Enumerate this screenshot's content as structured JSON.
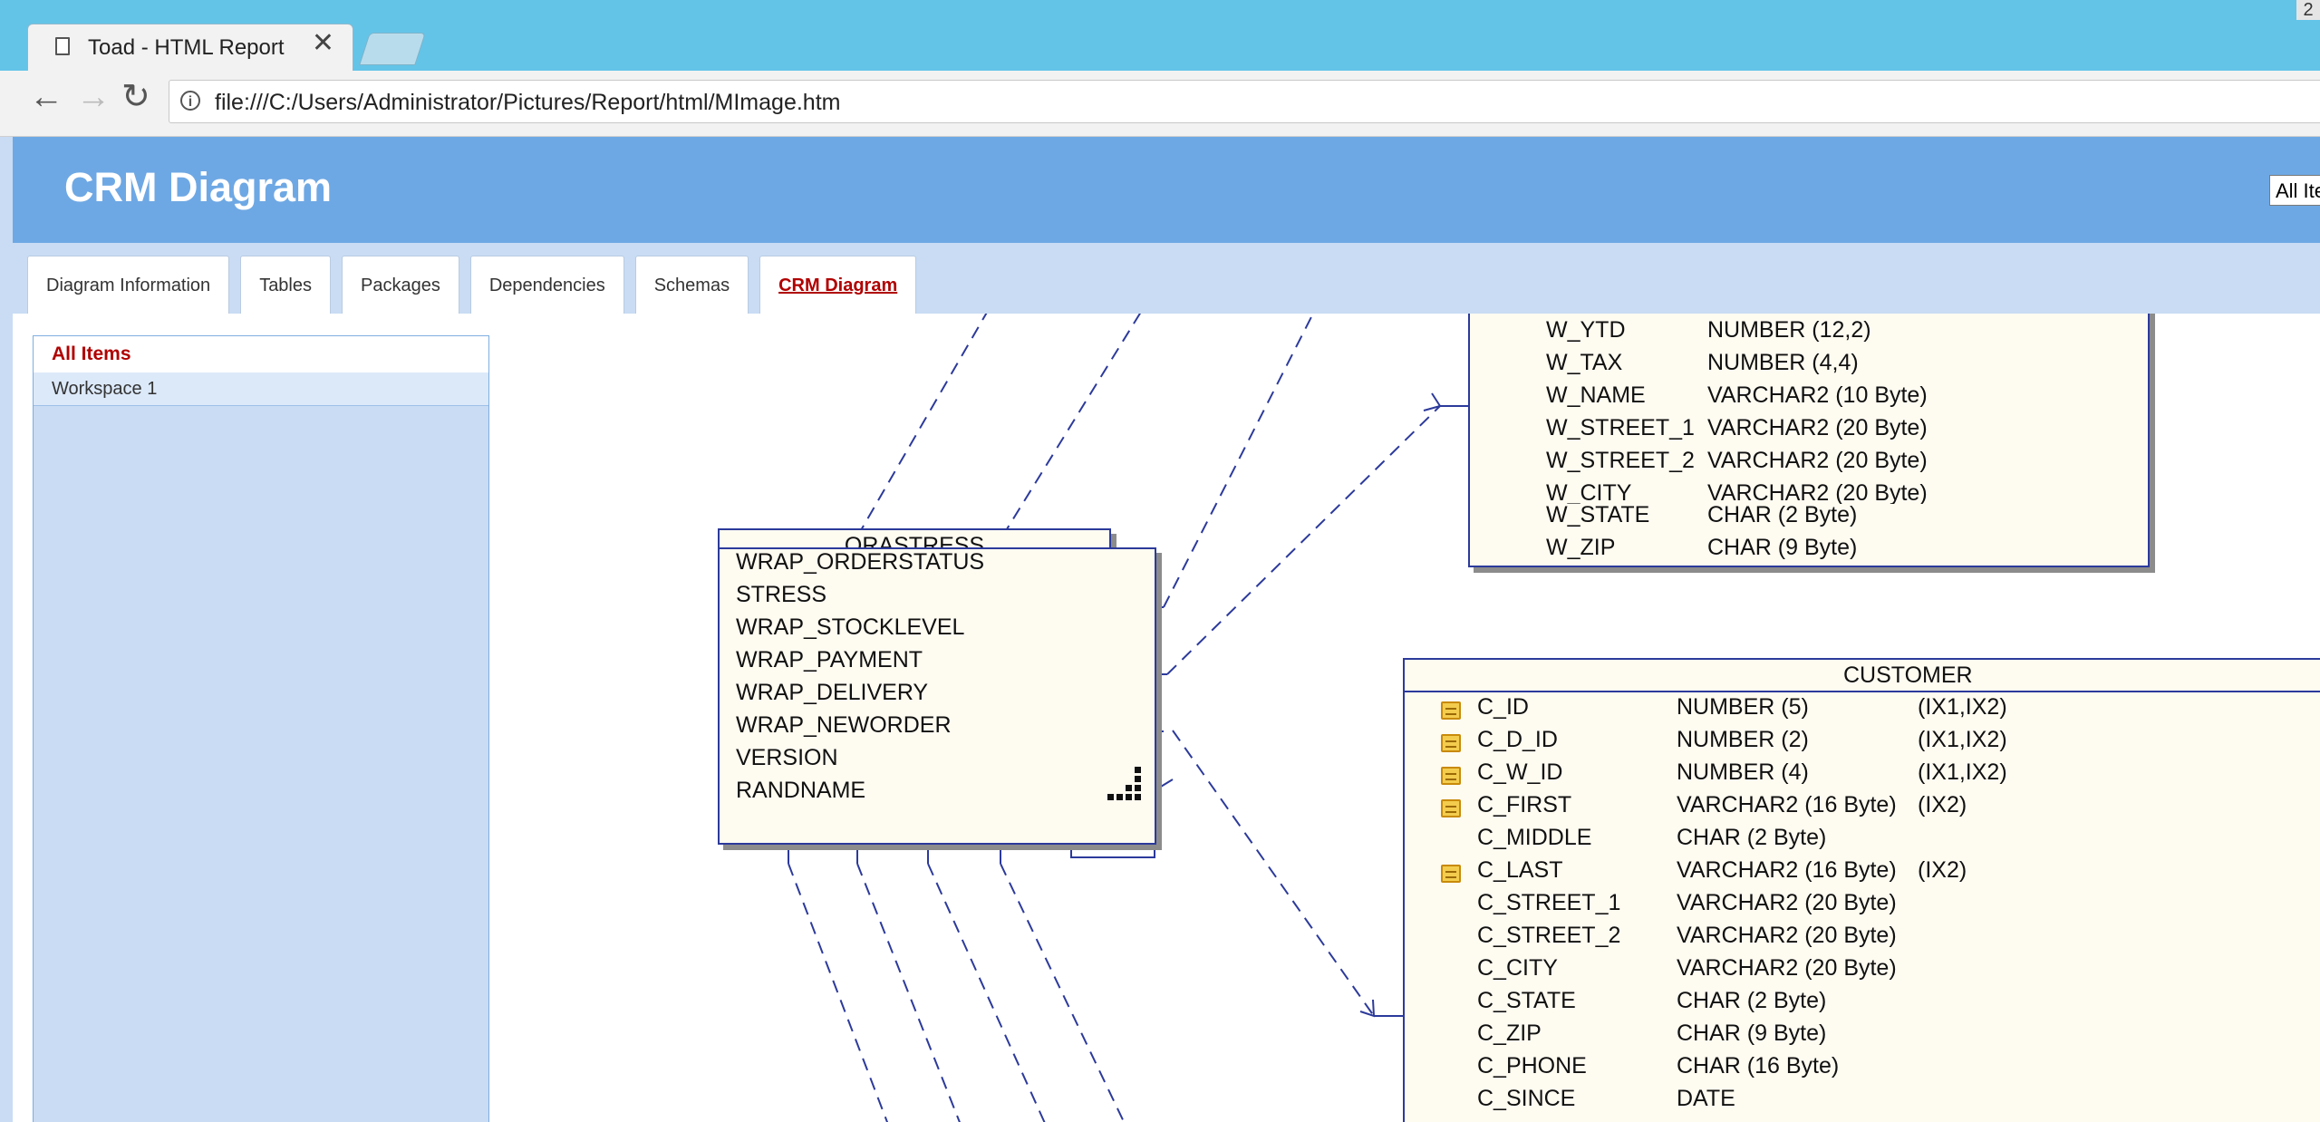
{
  "browser": {
    "tab_title": "Toad - HTML Report",
    "tab_close": "✕",
    "url": "file:///C:/Users/Administrator/Pictures/Report/html/MImage.htm",
    "info_icon": "i",
    "window_btn": "2"
  },
  "page": {
    "title": "CRM Diagram",
    "selector_value": "All Items"
  },
  "tabs": [
    {
      "label": "Diagram Information"
    },
    {
      "label": "Tables"
    },
    {
      "label": "Packages"
    },
    {
      "label": "Dependencies"
    },
    {
      "label": "Schemas"
    },
    {
      "label": "CRM Diagram",
      "active": true
    }
  ],
  "sidebar": {
    "items": [
      {
        "label": "All Items",
        "selected": true
      },
      {
        "label": "Workspace 1"
      }
    ]
  },
  "orastress": {
    "title": "ORASTRESS",
    "columns": [
      "WRAP_ORDERSTATUS",
      "STRESS",
      "WRAP_STOCKLEVEL",
      "WRAP_PAYMENT",
      "WRAP_DELIVERY",
      "WRAP_NEWORDER",
      "VERSION",
      "RANDNAME"
    ]
  },
  "warehouse": {
    "columns": [
      {
        "name": "W_YTD",
        "type": "NUMBER (12,2)"
      },
      {
        "name": "W_TAX",
        "type": "NUMBER (4,4)"
      },
      {
        "name": "W_NAME",
        "type": "VARCHAR2 (10 Byte)"
      },
      {
        "name": "W_STREET_1",
        "type": "VARCHAR2 (20 Byte)"
      },
      {
        "name": "W_STREET_2",
        "type": "VARCHAR2 (20 Byte)"
      },
      {
        "name": "W_CITY",
        "type": "VARCHAR2 (20 Byte)"
      },
      {
        "name": "W_STATE",
        "type": "CHAR (2 Byte)"
      },
      {
        "name": "W_ZIP",
        "type": "CHAR (9 Byte)"
      }
    ]
  },
  "customer": {
    "title": "CUSTOMER",
    "columns": [
      {
        "name": "C_ID",
        "type": "NUMBER (5)",
        "index": "(IX1,IX2)",
        "key": true
      },
      {
        "name": "C_D_ID",
        "type": "NUMBER (2)",
        "index": "(IX1,IX2)",
        "key": true
      },
      {
        "name": "C_W_ID",
        "type": "NUMBER (4)",
        "index": "(IX1,IX2)",
        "key": true
      },
      {
        "name": "C_FIRST",
        "type": "VARCHAR2 (16 Byte)",
        "index": "(IX2)",
        "key": true
      },
      {
        "name": "C_MIDDLE",
        "type": "CHAR (2 Byte)",
        "index": "",
        "key": false
      },
      {
        "name": "C_LAST",
        "type": "VARCHAR2 (16 Byte)",
        "index": "(IX2)",
        "key": true
      },
      {
        "name": "C_STREET_1",
        "type": "VARCHAR2 (20 Byte)",
        "index": "",
        "key": false
      },
      {
        "name": "C_STREET_2",
        "type": "VARCHAR2 (20 Byte)",
        "index": "",
        "key": false
      },
      {
        "name": "C_CITY",
        "type": "VARCHAR2 (20 Byte)",
        "index": "",
        "key": false
      },
      {
        "name": "C_STATE",
        "type": "CHAR (2 Byte)",
        "index": "",
        "key": false
      },
      {
        "name": "C_ZIP",
        "type": "CHAR (9 Byte)",
        "index": "",
        "key": false
      },
      {
        "name": "C_PHONE",
        "type": "CHAR (16 Byte)",
        "index": "",
        "key": false
      },
      {
        "name": "C_SINCE",
        "type": "DATE",
        "index": "",
        "key": false
      }
    ]
  },
  "colors": {
    "header": "#6ea8e4",
    "titlebar": "#63c4e8",
    "line": "#2c3a9b",
    "active_tab": "#b00000"
  }
}
